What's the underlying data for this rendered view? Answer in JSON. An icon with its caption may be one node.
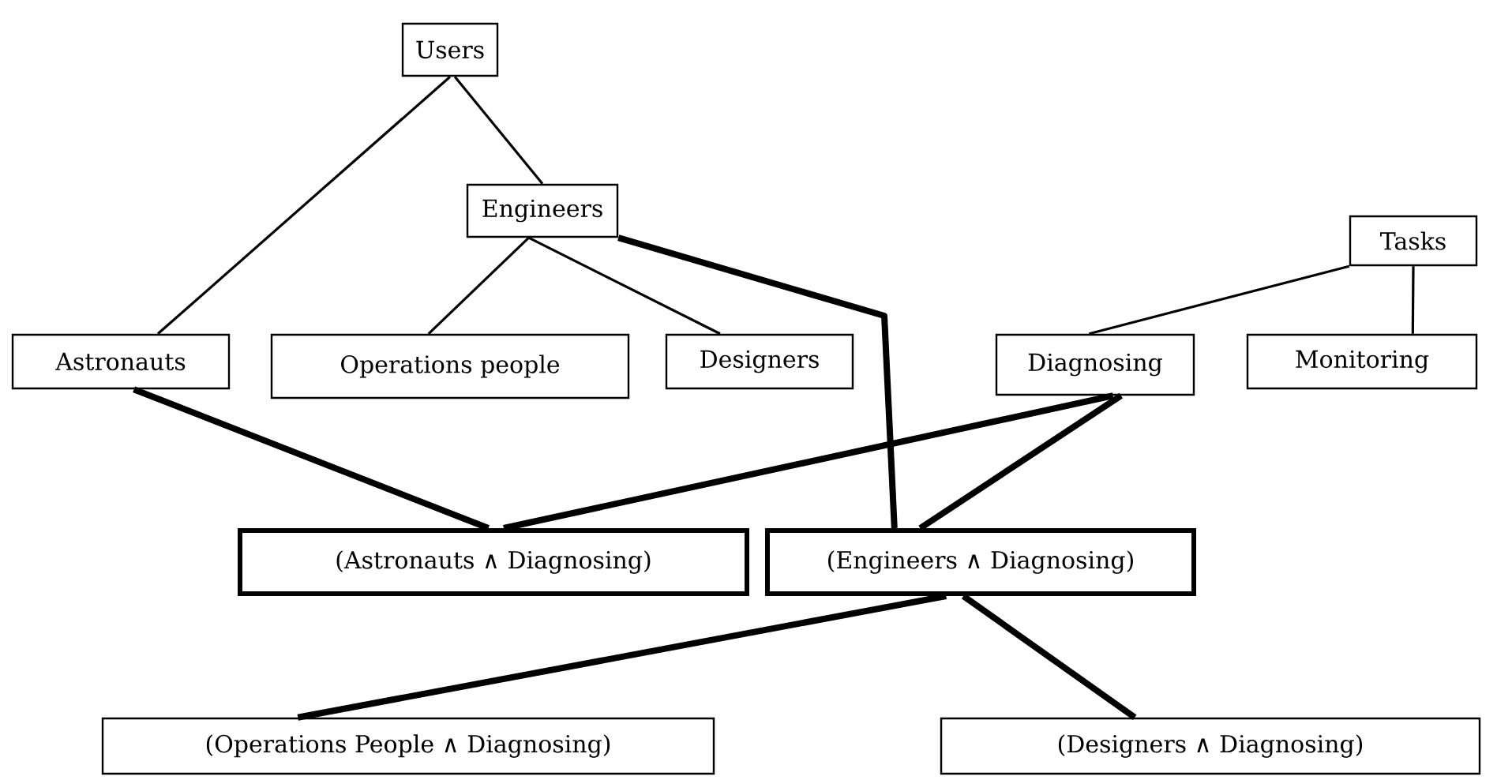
{
  "diagram": {
    "nodes": [
      {
        "text": [
          "Users"
        ]
      },
      {
        "text": [
          "Engineers"
        ]
      },
      {
        "text": [
          "Tasks"
        ]
      },
      {
        "text": [
          "Astronauts"
        ]
      },
      {
        "text": [
          "Operations people"
        ]
      },
      {
        "text": [
          "Designers"
        ]
      },
      {
        "text": [
          "Diagnosing"
        ]
      },
      {
        "text": [
          "Monitoring"
        ]
      },
      {
        "text": [
          "(Astronauts ∧ Diagnosing)"
        ]
      },
      {
        "text": [
          "(Engineers ∧ Diagnosing)"
        ]
      },
      {
        "text": [
          "(Operations People ∧ Diagnosing)"
        ]
      },
      {
        "text": [
          "(Designers ∧ Diagnosing)"
        ]
      }
    ],
    "edges": [
      {
        "from": 0,
        "to": 3,
        "arrow": "none"
      },
      {
        "from": 0,
        "to": 1,
        "arrow": "none"
      },
      {
        "from": 1,
        "to": 4,
        "arrow": "none"
      },
      {
        "from": 1,
        "to": 5,
        "arrow": "none"
      },
      {
        "from": 2,
        "to": 6,
        "arrow": "none"
      },
      {
        "from": 2,
        "to": 7,
        "arrow": "none"
      },
      {
        "from": 3,
        "to": 8,
        "arrow": "none",
        "style": "thick"
      },
      {
        "from": 6,
        "to": 8,
        "arrow": "none",
        "style": "thick"
      },
      {
        "from": 1,
        "to": 9,
        "arrow": "none",
        "style": "thick"
      },
      {
        "from": 6,
        "to": 9,
        "arrow": "none",
        "style": "thick"
      },
      {
        "from": 9,
        "to": 10,
        "arrow": "none",
        "style": "thick"
      },
      {
        "from": 9,
        "to": 11,
        "arrow": "none",
        "style": "thick"
      }
    ]
  }
}
